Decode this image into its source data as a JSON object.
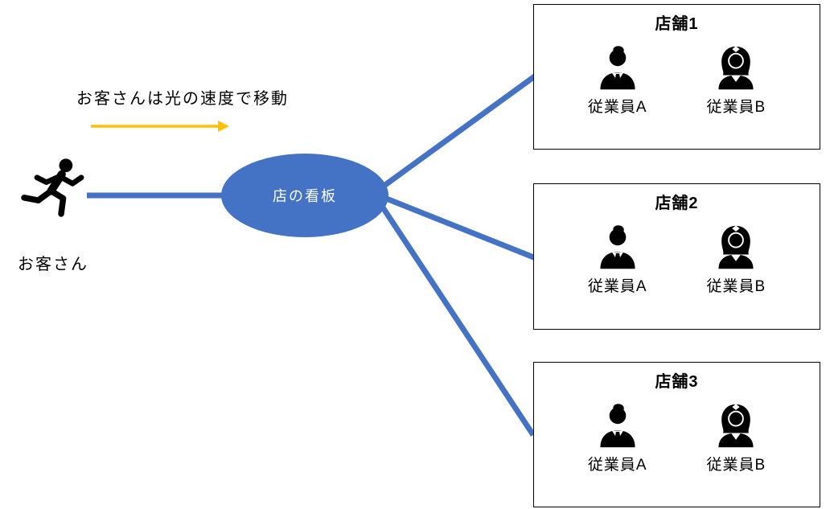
{
  "annotation": {
    "text": "お客さんは光の速度で移動"
  },
  "customer": {
    "label": "お客さん"
  },
  "sign": {
    "label": "店の看板"
  },
  "stores": [
    {
      "title": "店舗1",
      "employees": [
        {
          "label": "従業員A"
        },
        {
          "label": "従業員B"
        }
      ]
    },
    {
      "title": "店舗2",
      "employees": [
        {
          "label": "従業員A"
        },
        {
          "label": "従業員B"
        }
      ]
    },
    {
      "title": "店舗3",
      "employees": [
        {
          "label": "従業員A"
        },
        {
          "label": "従業員B"
        }
      ]
    }
  ],
  "icons": {
    "customer": "running-person-icon",
    "employee_a": "male-employee-icon",
    "employee_b": "female-employee-icon",
    "speed_arrow": "right-arrow-icon"
  },
  "colors": {
    "connector_blue": "#4472C4",
    "ellipse_fill": "#4472C4",
    "ellipse_text": "#FFFFFF",
    "arrow_yellow": "#FFC000",
    "box_border": "#000000",
    "icon_black": "#000000",
    "background": "#FFFFFF"
  }
}
